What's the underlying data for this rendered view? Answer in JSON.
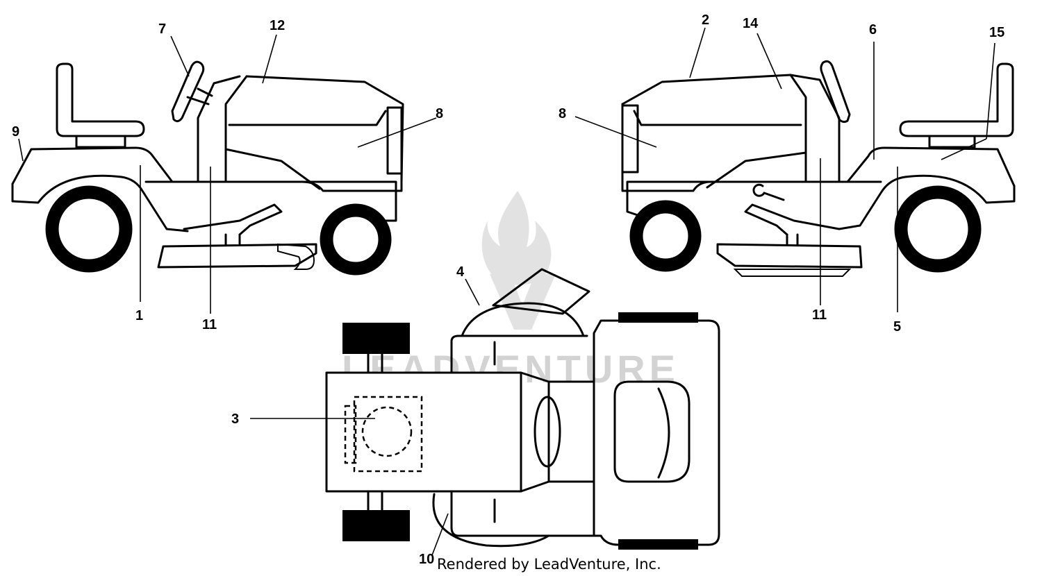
{
  "callouts": {
    "c1": "1",
    "c2": "2",
    "c3": "3",
    "c4": "4",
    "c5": "5",
    "c6": "6",
    "c7": "7",
    "c8_left": "8",
    "c8_right": "8",
    "c9": "9",
    "c10": "10",
    "c11_left": "11",
    "c11_right": "11",
    "c12": "12",
    "c14": "14",
    "c15": "15"
  },
  "watermark": {
    "text": "LEADVENTURE"
  },
  "credit": {
    "text": "Rendered by LeadVenture, Inc."
  }
}
